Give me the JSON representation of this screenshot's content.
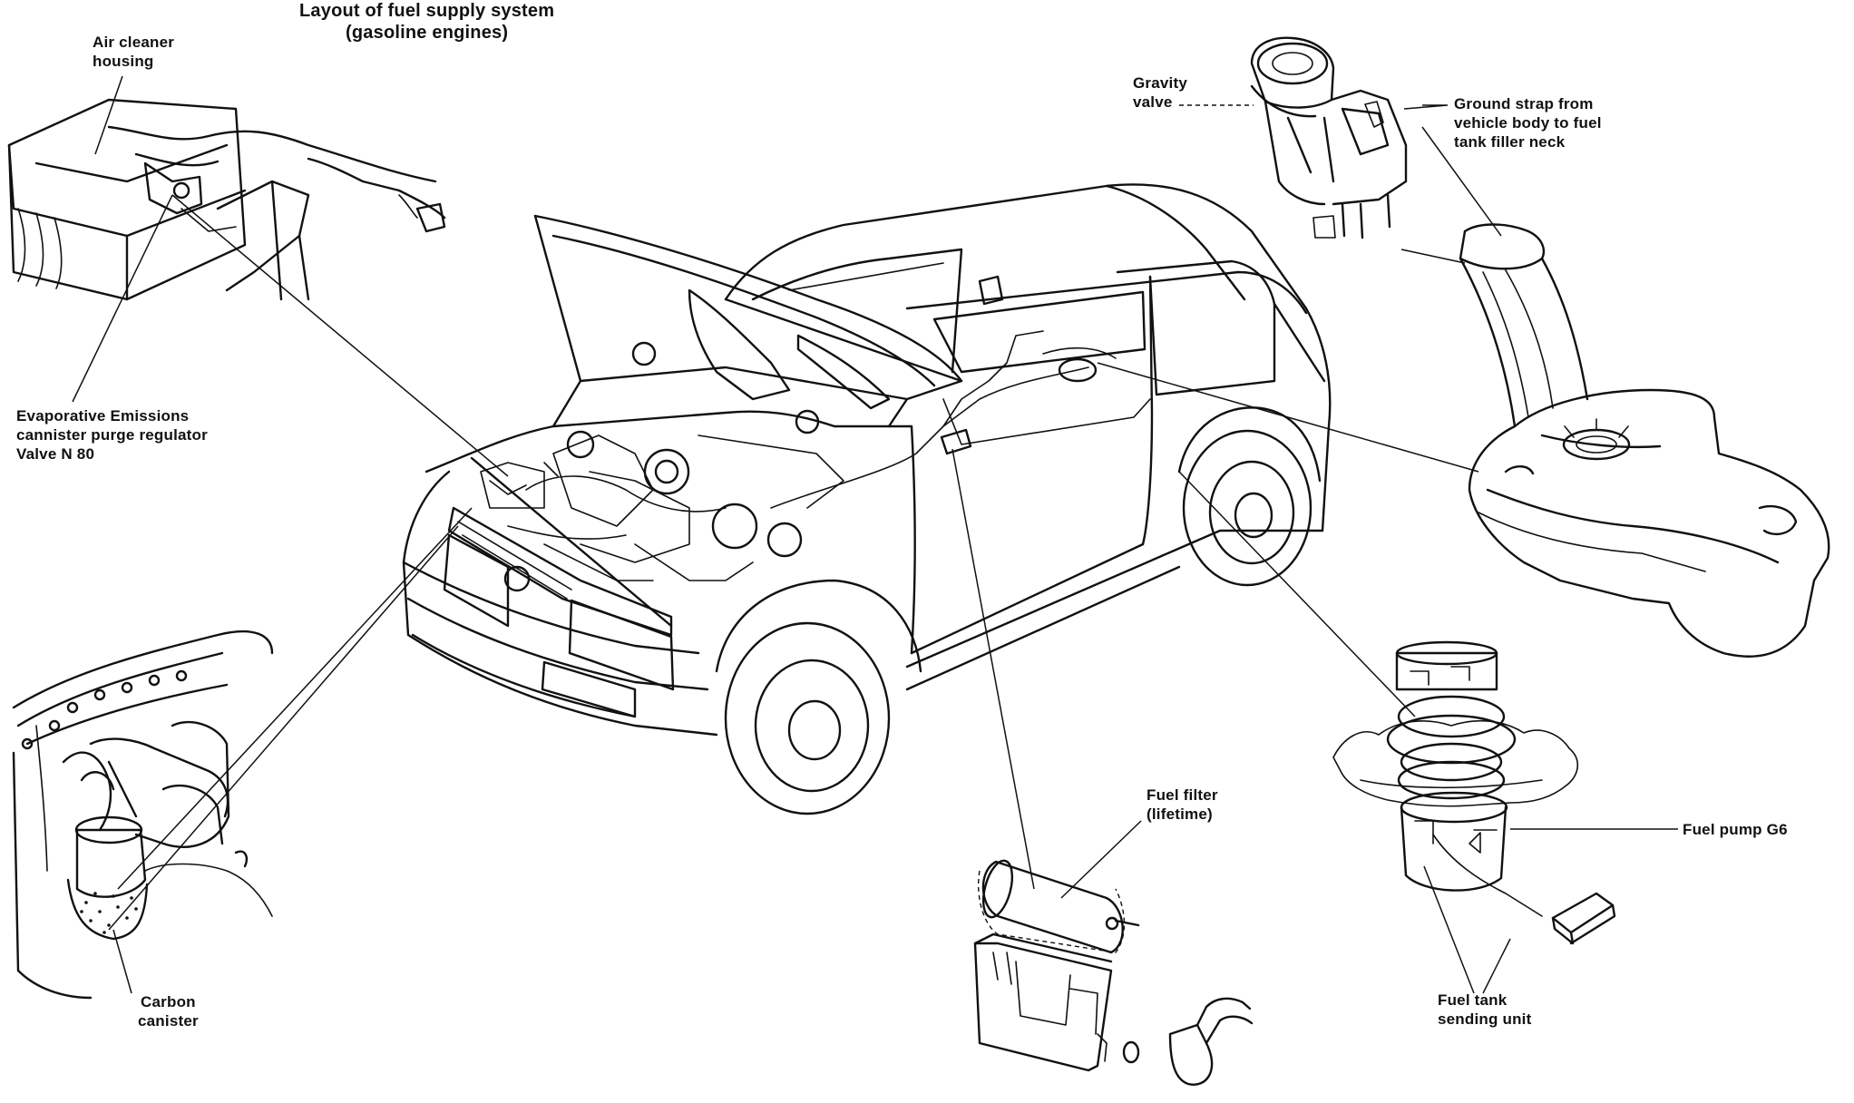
{
  "title": {
    "line1": "Layout of fuel supply system",
    "line2": "(gasoline engines)"
  },
  "labels": {
    "air_cleaner_housing": "Air cleaner\nhousing",
    "evap_valve": "Evaporative Emissions\ncannister purge regulator\nValve N 80",
    "carbon_canister": "Carbon\ncanister",
    "gravity_valve": "Gravity\nvalve",
    "ground_strap": "Ground strap from\nvehicle body to fuel\ntank filler neck",
    "fuel_filter": "Fuel filter\n(lifetime)",
    "fuel_pump": "Fuel pump G6",
    "fuel_tank_sending_unit": "Fuel tank\nsending unit"
  }
}
